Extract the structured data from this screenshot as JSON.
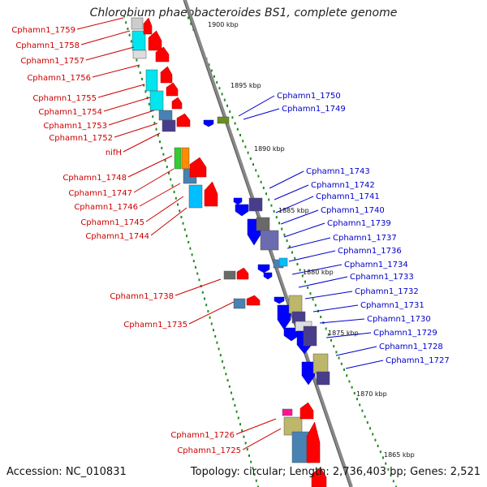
{
  "title": "Chlorobium phaeobacteroides BS1, complete genome",
  "accession": "Accession: NC_010831",
  "summary": "Topology: circular; Length: 2,736,403 bp; Genes: 2,521",
  "colors": {
    "left_labels": "#cc0000",
    "right_labels": "#0000cc",
    "ruler_dots": "#228b22",
    "backbone": "#888888"
  },
  "ruler": [
    "1900 kbp",
    "1895 kbp",
    "1890 kbp",
    "1885 kbp",
    "1880 kbp",
    "1875 kbp",
    "1870 kbp",
    "1865 kbp"
  ],
  "left_genes": [
    "Cphamn1_1759",
    "Cphamn1_1758",
    "Cphamn1_1757",
    "Cphamn1_1756",
    "Cphamn1_1755",
    "Cphamn1_1754",
    "Cphamn1_1753",
    "Cphamn1_1752",
    "nifH",
    "Cphamn1_1748",
    "Cphamn1_1747",
    "Cphamn1_1746",
    "Cphamn1_1745",
    "Cphamn1_1744",
    "Cphamn1_1738",
    "Cphamn1_1735",
    "Cphamn1_1726",
    "Cphamn1_1725"
  ],
  "right_genes": [
    "Cphamn1_1750",
    "Cphamn1_1749",
    "Cphamn1_1743",
    "Cphamn1_1742",
    "Cphamn1_1741",
    "Cphamn1_1740",
    "Cphamn1_1739",
    "Cphamn1_1737",
    "Cphamn1_1736",
    "Cphamn1_1734",
    "Cphamn1_1733",
    "Cphamn1_1732",
    "Cphamn1_1731",
    "Cphamn1_1730",
    "Cphamn1_1729",
    "Cphamn1_1728",
    "Cphamn1_1727"
  ]
}
